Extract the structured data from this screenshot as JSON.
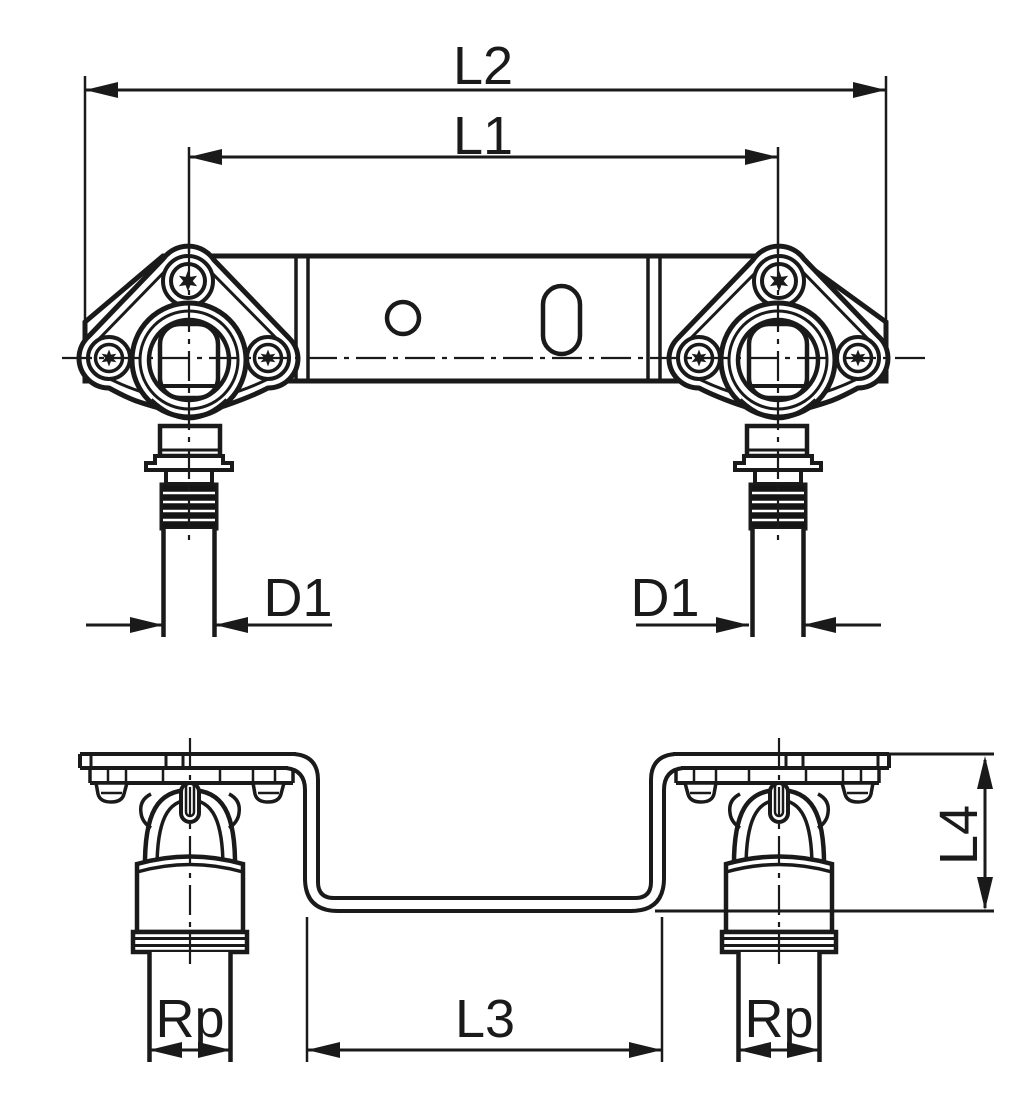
{
  "front_view": {
    "labels": {
      "overall_width": "L2",
      "center_distance": "L1",
      "pipe_diameter_left": "D1",
      "pipe_diameter_right": "D1"
    }
  },
  "side_view": {
    "labels": {
      "thread_left": "Rp",
      "clear_distance": "L3",
      "thread_right": "Rp",
      "mounting_depth": "L4"
    }
  },
  "colors": {
    "line": "#1a1a1a",
    "background": "#ffffff"
  }
}
